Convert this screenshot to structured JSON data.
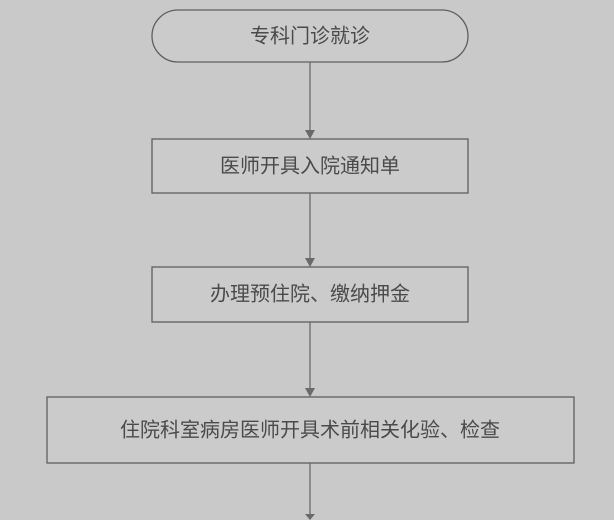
{
  "flowchart": {
    "nodes": [
      {
        "id": "outpatient-visit",
        "shape": "terminator",
        "label": "专科门诊就诊"
      },
      {
        "id": "admission-notice",
        "shape": "process",
        "label": "医师开具入院通知单"
      },
      {
        "id": "pre-admission-deposit",
        "shape": "process",
        "label": "办理预住院、缴纳押金"
      },
      {
        "id": "ward-tests",
        "shape": "process",
        "label": "住院科室病房医师开具术前相关化验、检查"
      }
    ],
    "edges": [
      {
        "from": "outpatient-visit",
        "to": "admission-notice"
      },
      {
        "from": "admission-notice",
        "to": "pre-admission-deposit"
      },
      {
        "from": "pre-admission-deposit",
        "to": "ward-tests"
      },
      {
        "from": "ward-tests",
        "to": ""
      }
    ],
    "colors": {
      "background": "#c9c9c9",
      "box_fill": "#cbcbcb",
      "border": "#5f5f5f",
      "text": "#4a4a4a",
      "connector": "#6a6a6a"
    }
  }
}
